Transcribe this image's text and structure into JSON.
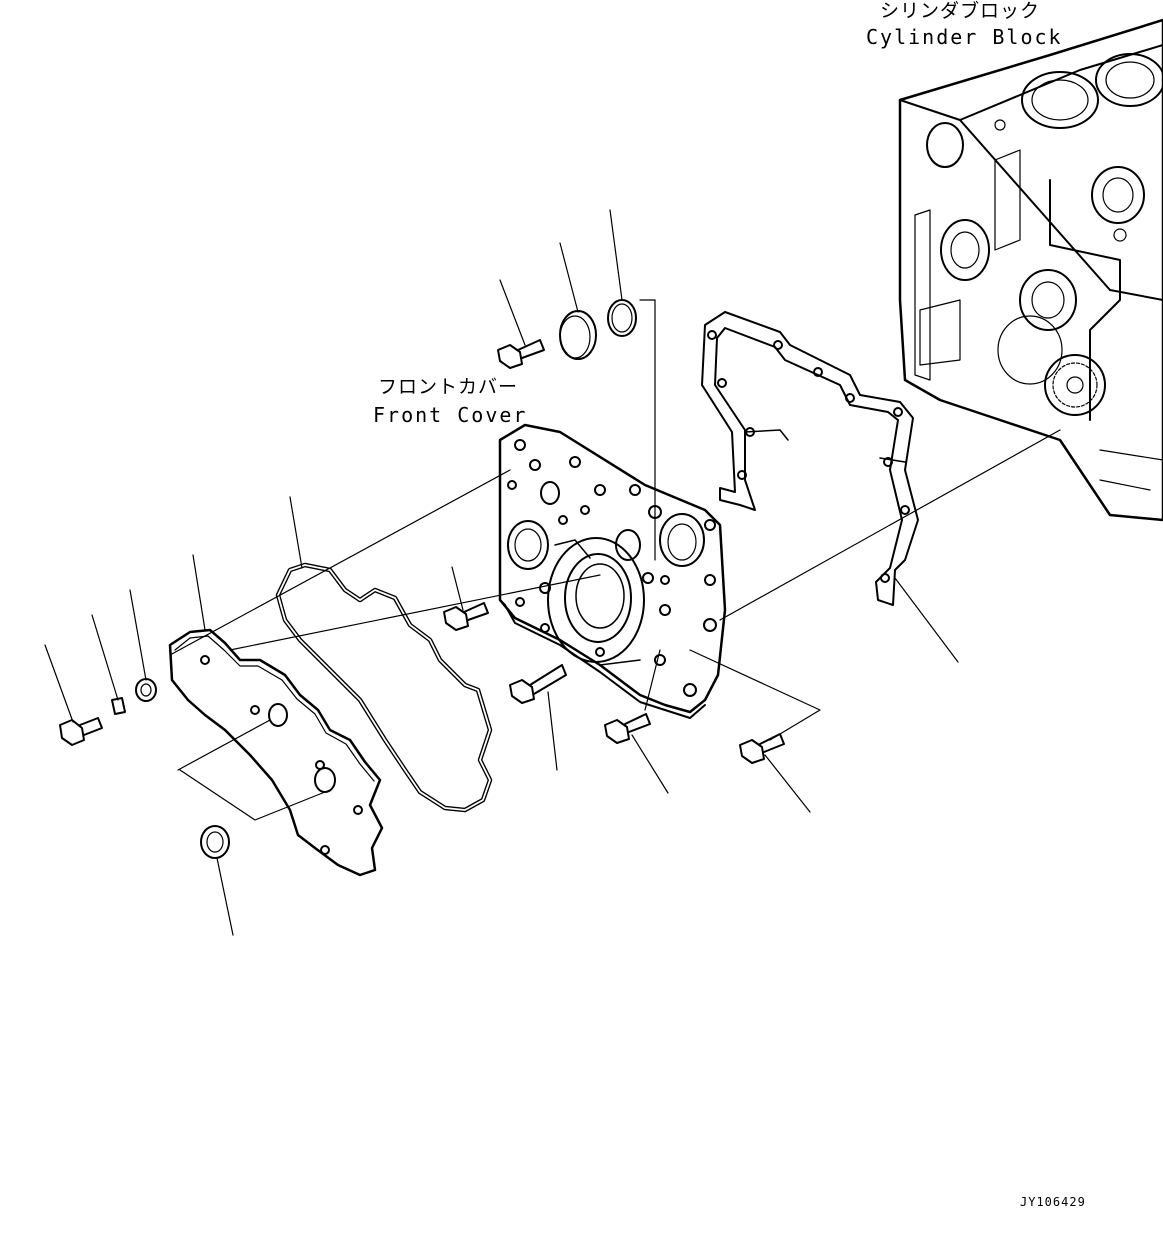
{
  "labels": {
    "cylinder_block_jp": "シリンダブロック",
    "cylinder_block_en": "Cylinder Block",
    "front_cover_jp": "フロントカバー",
    "front_cover_en": "Front Cover"
  },
  "drawing_id": "JY106429"
}
